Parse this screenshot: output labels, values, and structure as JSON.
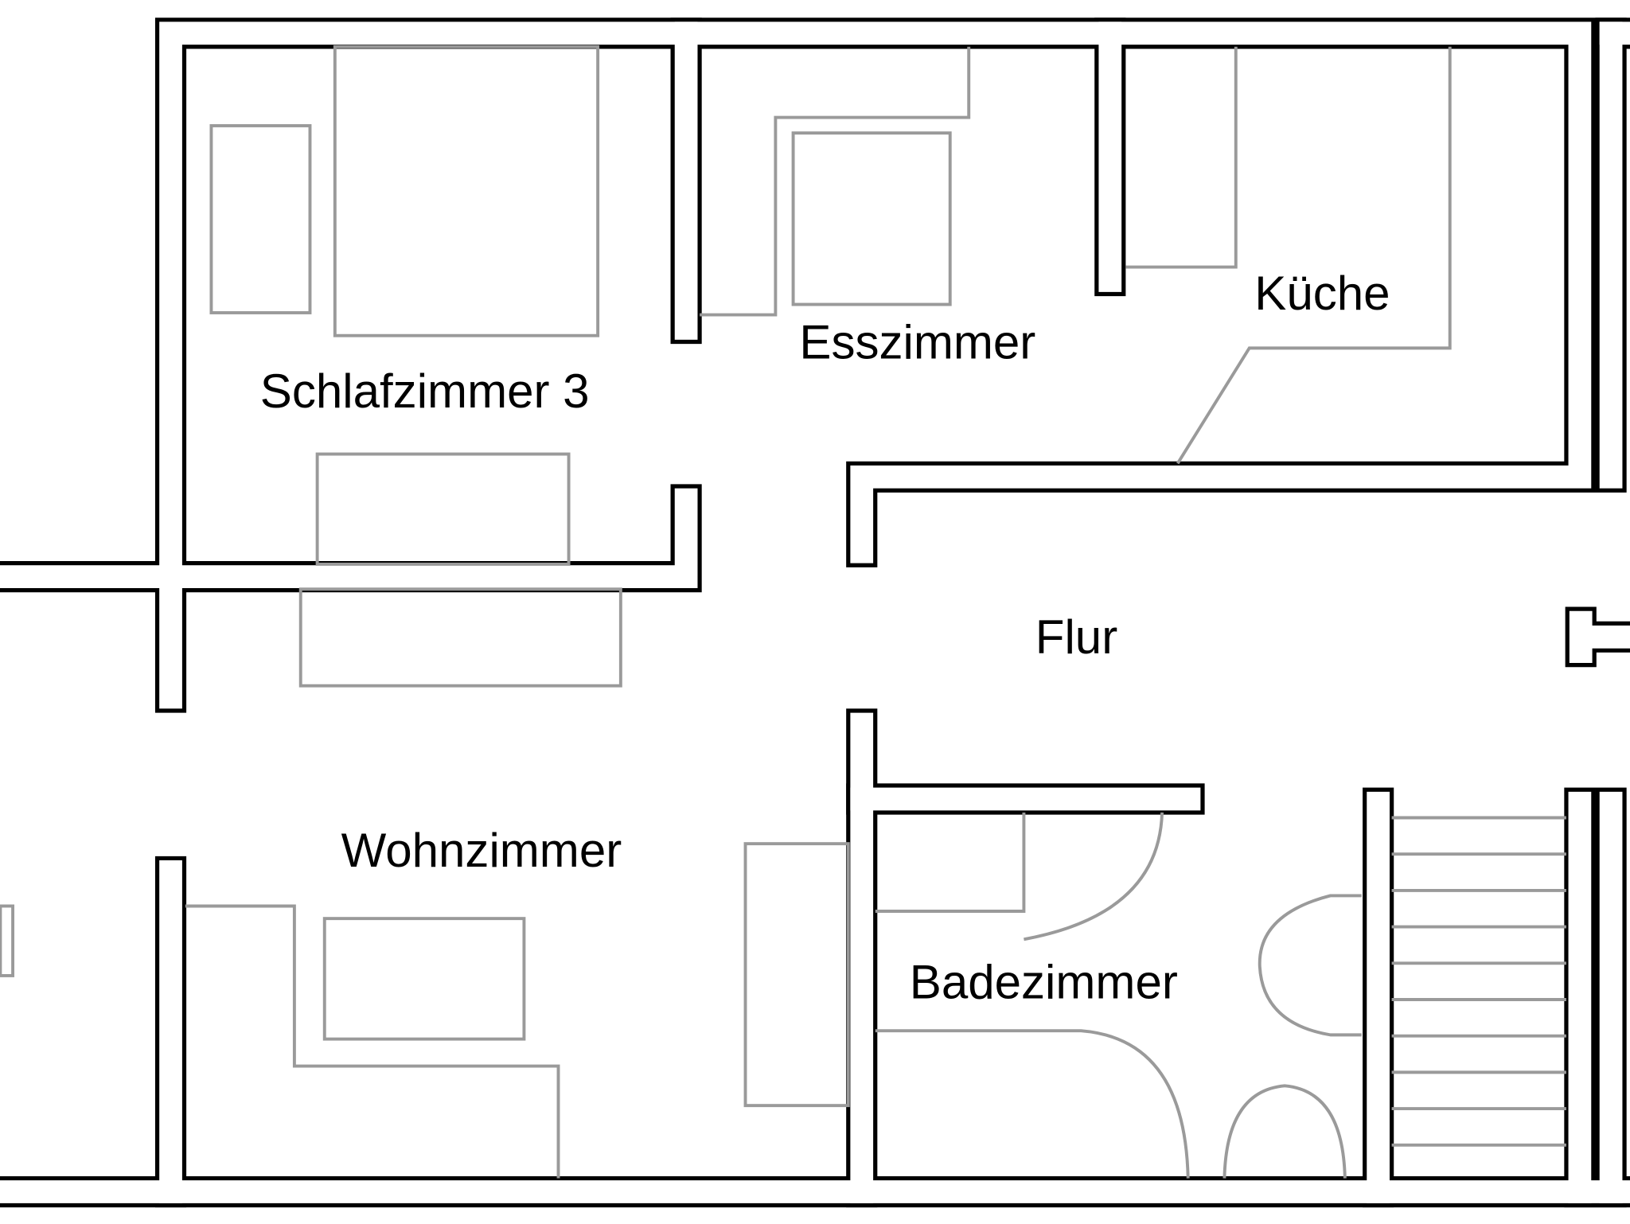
{
  "rooms": {
    "schlafzimmer": "Schlafzimmer 3",
    "esszimmer": "Esszimmer",
    "kueche": "Küche",
    "flur": "Flur",
    "wohnzimmer": "Wohnzimmer",
    "badezimmer": "Badezimmer"
  },
  "colors": {
    "wall": "#000000",
    "furniture": "#9a9a9a"
  }
}
